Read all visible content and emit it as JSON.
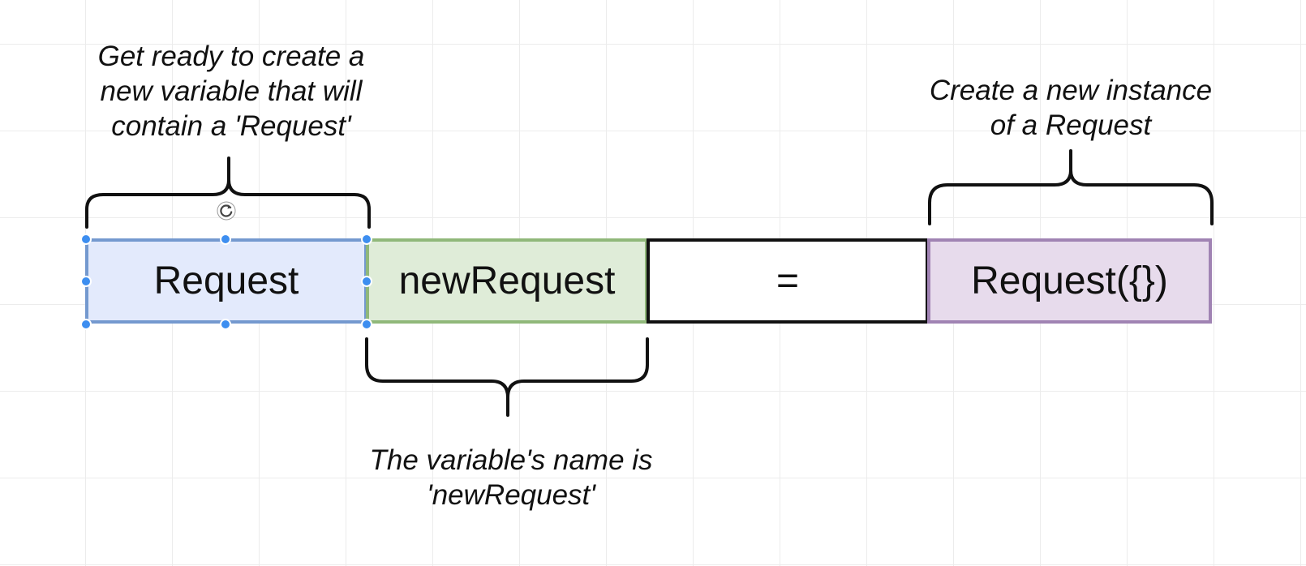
{
  "annotations": {
    "type_note": [
      "Get ready to create a",
      "new variable that will",
      "contain a 'Request'"
    ],
    "instance_note": [
      "Create a new instance",
      "of a Request"
    ],
    "name_note": [
      "The variable's name is",
      "'newRequest'"
    ]
  },
  "boxes": {
    "type": "Request",
    "name": "newRequest",
    "equals": "=",
    "constructor": "Request({})"
  },
  "colors": {
    "type_fill": "#e3eafc",
    "type_border": "#7499cf",
    "name_fill": "#dfecd8",
    "name_border": "#90b87a",
    "ctor_fill": "#e7dbec",
    "ctor_border": "#a083b3",
    "selection_handle": "#3d8ef0"
  },
  "icons": {
    "rotate_handle": "rotate-icon"
  }
}
